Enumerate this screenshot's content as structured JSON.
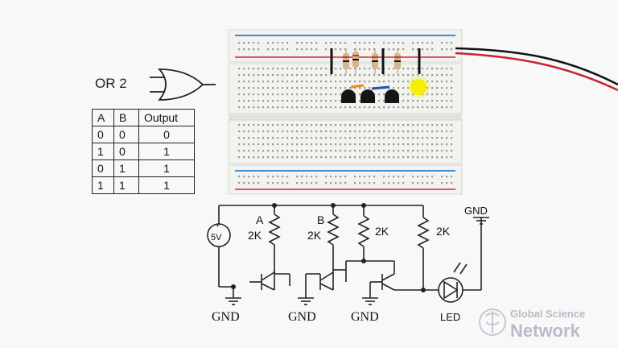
{
  "gate": {
    "title": "OR 2"
  },
  "truth_table": {
    "headers": [
      "A",
      "B",
      "Output"
    ],
    "rows": [
      [
        "0",
        "0",
        "0"
      ],
      [
        "1",
        "0",
        "1"
      ],
      [
        "0",
        "1",
        "1"
      ],
      [
        "1",
        "1",
        "1"
      ]
    ]
  },
  "circuit": {
    "supply": "5V",
    "resistor_a": {
      "name": "A",
      "value": "2K"
    },
    "resistor_b": {
      "name": "B",
      "value": "2K"
    },
    "resistor_3": {
      "value": "2K"
    },
    "resistor_4": {
      "value": "2K"
    },
    "ground": "GND",
    "led": "LED"
  },
  "watermark": {
    "line1": "Global Science",
    "line2": "Network"
  },
  "colors": {
    "rail_red": "#e0566e",
    "rail_blue": "#3a8fd6",
    "led_yellow": "#f4f000",
    "board": "#f1f1ec"
  }
}
